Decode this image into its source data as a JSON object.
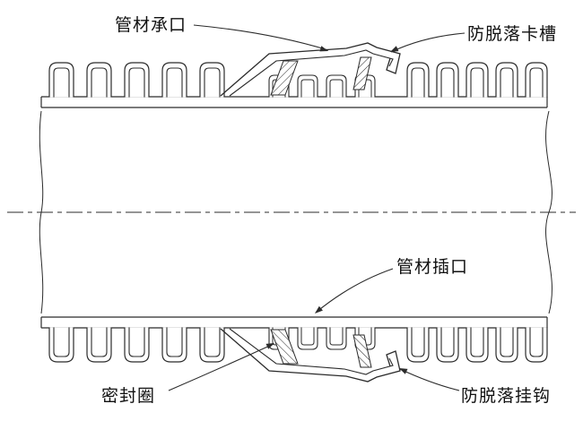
{
  "figure": {
    "background": "#ffffff",
    "line_color": "#2b2b2b",
    "labels": {
      "socket": "管材承口",
      "slot": "防脱落卡槽",
      "spigot": "管材插口",
      "seal": "密封圈",
      "hook": "防脱落挂钩"
    }
  }
}
